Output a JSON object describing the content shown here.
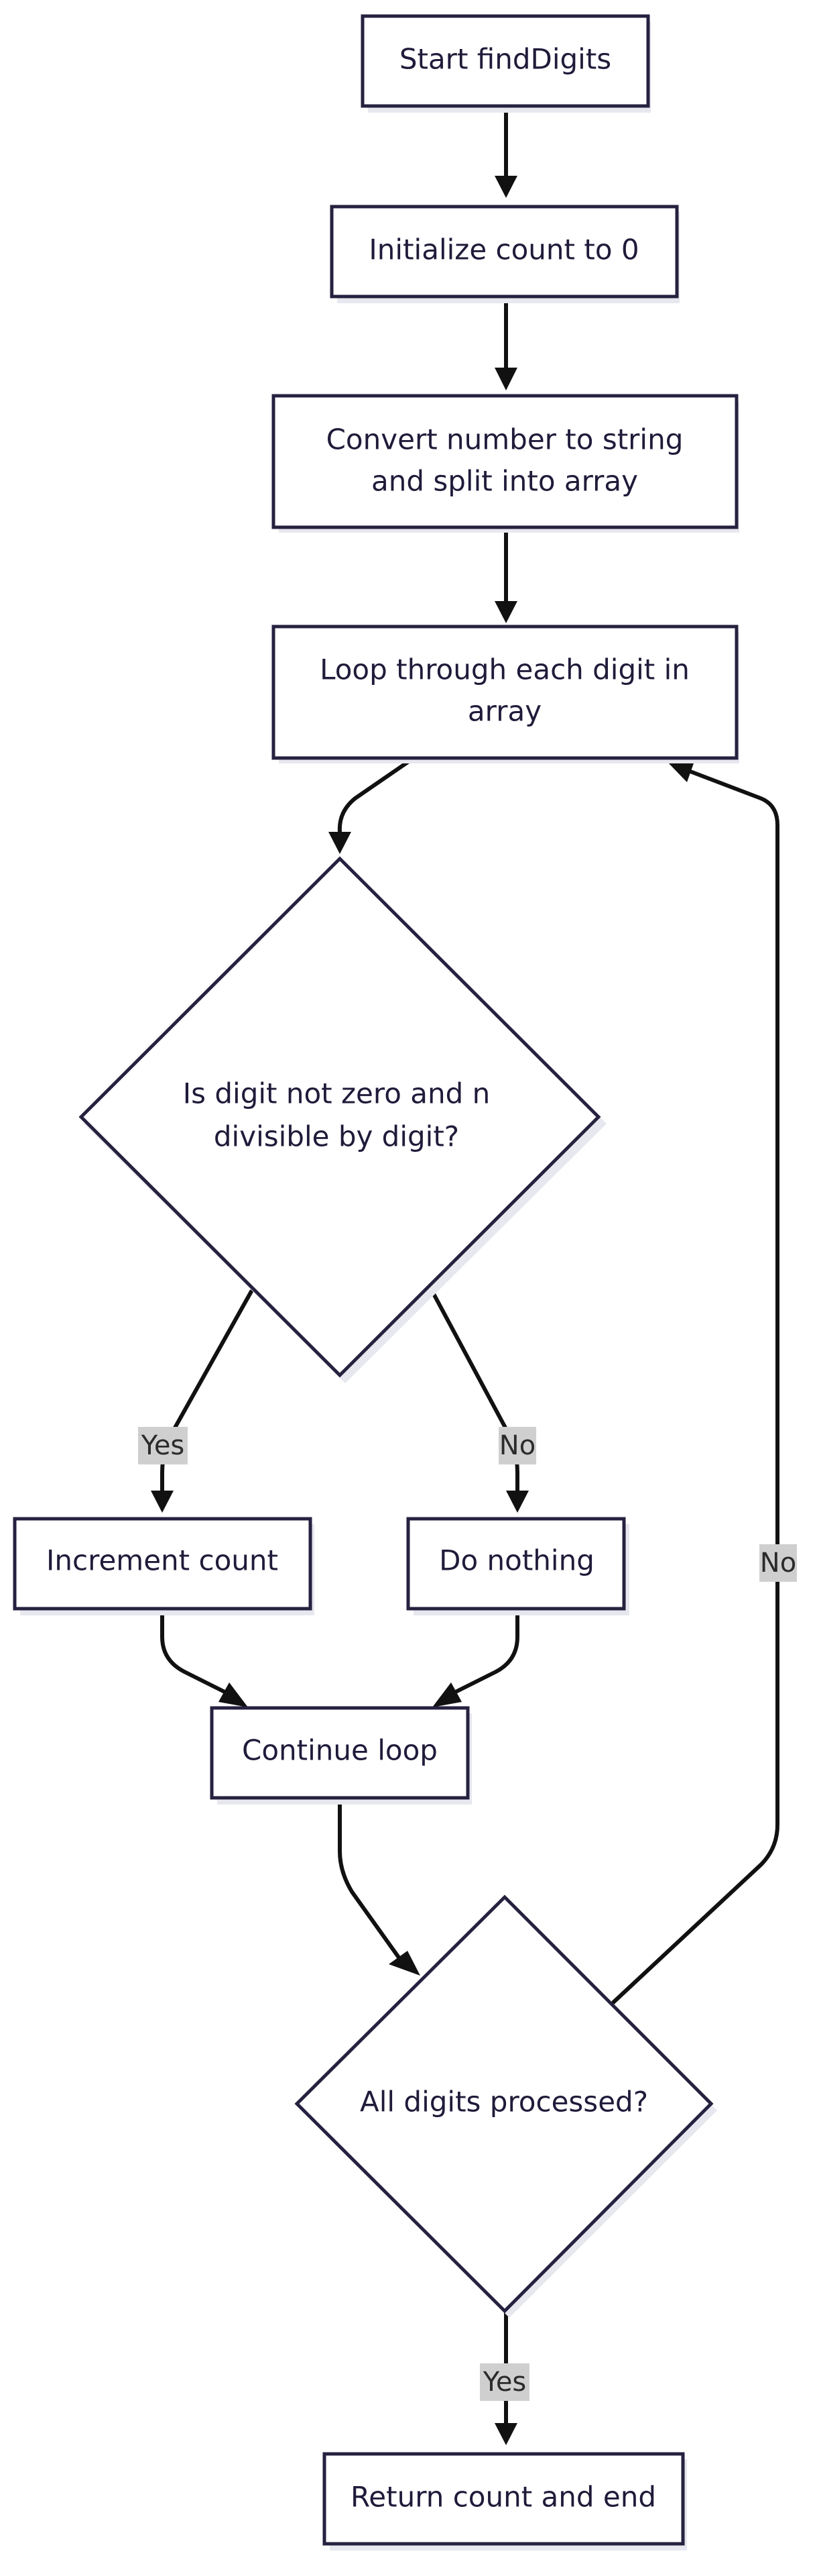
{
  "diagram": {
    "nodes": {
      "start": "Start findDigits",
      "init": "Initialize count to 0",
      "convert_line1": "Convert number to string",
      "convert_line2": "and split into array",
      "loop_line1": "Loop through each digit in",
      "loop_line2": "array",
      "check_line1": "Is digit not zero and n",
      "check_line2": "divisible by digit?",
      "increment": "Increment count",
      "nothing": "Do nothing",
      "continue": "Continue loop",
      "processed": "All digits processed?",
      "return": "Return count and end"
    },
    "edge_labels": {
      "check_yes": "Yes",
      "check_no": "No",
      "processed_no": "No",
      "processed_yes": "Yes"
    }
  }
}
